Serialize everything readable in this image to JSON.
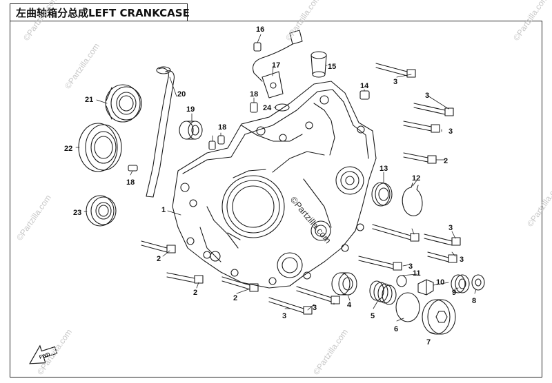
{
  "title": "左曲轴箱分总成LEFT CRANKCASE",
  "watermark": "©Partzilla.com",
  "nav_arrow_label": "FWD",
  "callouts": [
    "1",
    "2",
    "2",
    "2",
    "2",
    "3",
    "3",
    "3",
    "3",
    "3",
    "3",
    "3",
    "3",
    "4",
    "5",
    "6",
    "7",
    "8",
    "9",
    "10",
    "11",
    "12",
    "13",
    "14",
    "15",
    "16",
    "17",
    "18",
    "18",
    "18",
    "19",
    "20",
    "21",
    "22",
    "23",
    "24"
  ],
  "colors": {
    "line": "#1a1a1a",
    "watermark": "#c8c8c8",
    "background": "#ffffff"
  }
}
